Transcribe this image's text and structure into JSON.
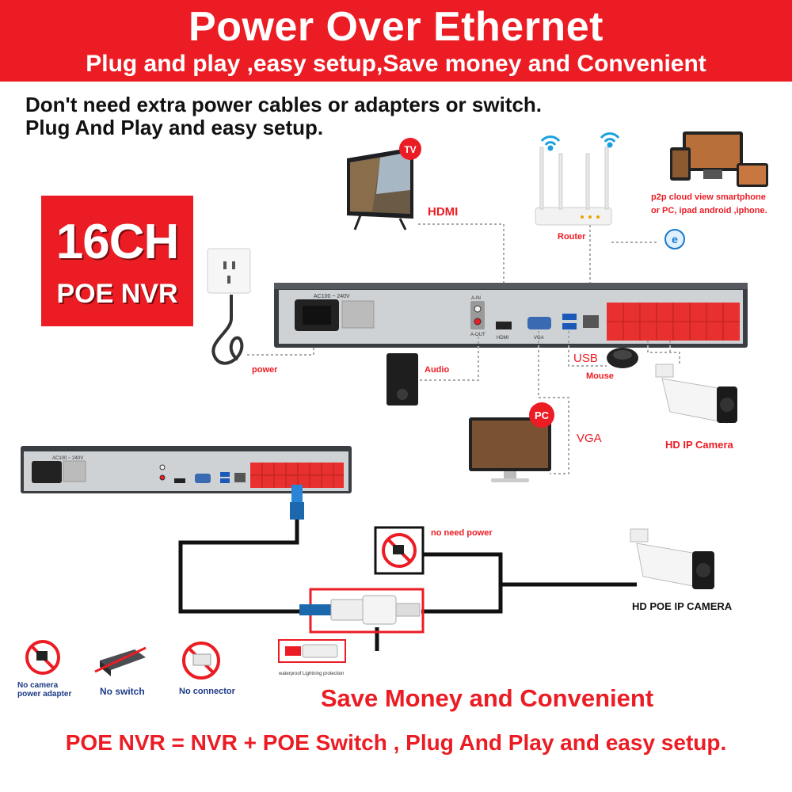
{
  "header": {
    "title": "Power Over Ethernet",
    "subtitle": "Plug and play ,easy setup,Save money and Convenient"
  },
  "intro": {
    "line1": "Don't need extra power cables or adapters or switch.",
    "line2": "Plug And Play and easy setup."
  },
  "badge": {
    "channels": "16CH",
    "product": "POE NVR"
  },
  "top_diagram": {
    "tv_tag": "TV",
    "hdmi_label": "HDMI",
    "router_label": "Router",
    "p2p_line1": "p2p cloud  view smartphone",
    "p2p_line2": "or PC, ipad android ,iphone.",
    "power_label": "power",
    "audio_label": "Audio",
    "usb_label": "USB",
    "mouse_label": "Mouse",
    "pc_tag": "PC",
    "vga_label": "VGA",
    "camera_label": "HD IP Camera",
    "voltage_text": "AC100 ~ 240V",
    "port_hdmi": "HDMI",
    "port_vga": "VGA",
    "port_audio_in": "A-IN",
    "port_audio_out": "A-OUT"
  },
  "bottom_diagram": {
    "voltage_text": "AC100 ~ 240V",
    "no_power_label": "no need power",
    "camera_label": "HD POE IP CAMERA",
    "protection_label": "waterproof Lightning protection"
  },
  "features": [
    {
      "label": "No camera\npower adapter"
    },
    {
      "label": "No switch"
    },
    {
      "label": "No connector"
    }
  ],
  "footer": {
    "slogan": "Save Money and Convenient",
    "formula": "POE NVR = NVR + POE Switch , Plug And Play and easy setup."
  },
  "colors": {
    "accent": "#ec1c24",
    "nvr_body": "#3a3d42",
    "poe_ports": "#e8302e"
  },
  "icons": [
    "tv-icon",
    "router-icon",
    "devices-icon",
    "power-outlet-icon",
    "power-cable-icon",
    "speaker-icon",
    "mouse-icon",
    "pc-monitor-icon",
    "ip-camera-icon",
    "no-adapter-icon",
    "no-switch-icon",
    "no-connector-icon",
    "rj45-plug-icon",
    "ie-icon"
  ]
}
